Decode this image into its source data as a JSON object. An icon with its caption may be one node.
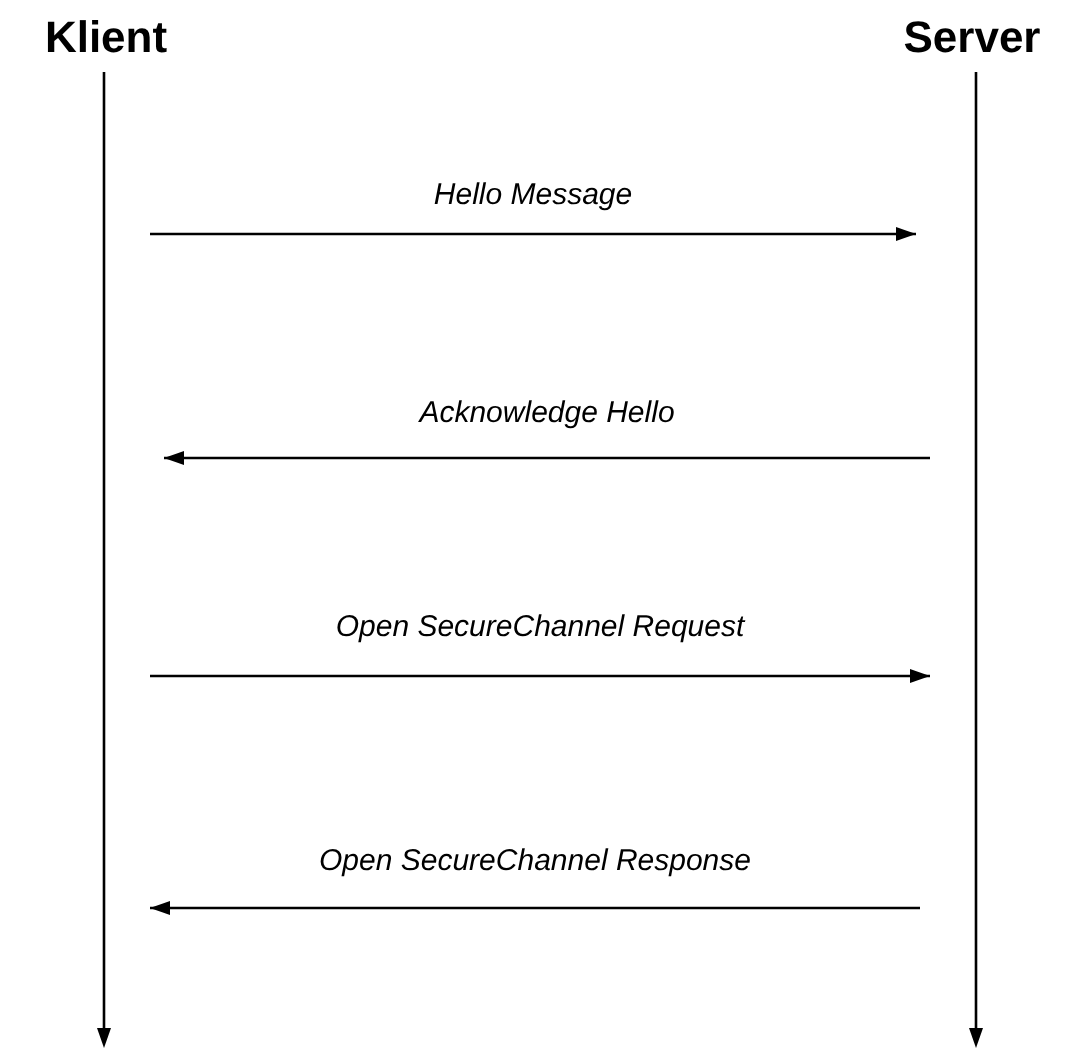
{
  "diagram": {
    "nodes": [
      {
        "text": [
          "Klient"
        ]
      },
      {
        "text": [
          "Server"
        ]
      }
    ],
    "edges": [
      {
        "from": 0,
        "to": 1,
        "arrow": "to",
        "label": "Hello Message"
      },
      {
        "from": 1,
        "to": 0,
        "arrow": "to",
        "label": "Acknowledge Hello"
      },
      {
        "from": 0,
        "to": 1,
        "arrow": "to",
        "label": "Open SecureChannel Request"
      },
      {
        "from": 1,
        "to": 0,
        "arrow": "to",
        "label": "Open SecureChannel Response"
      }
    ]
  }
}
